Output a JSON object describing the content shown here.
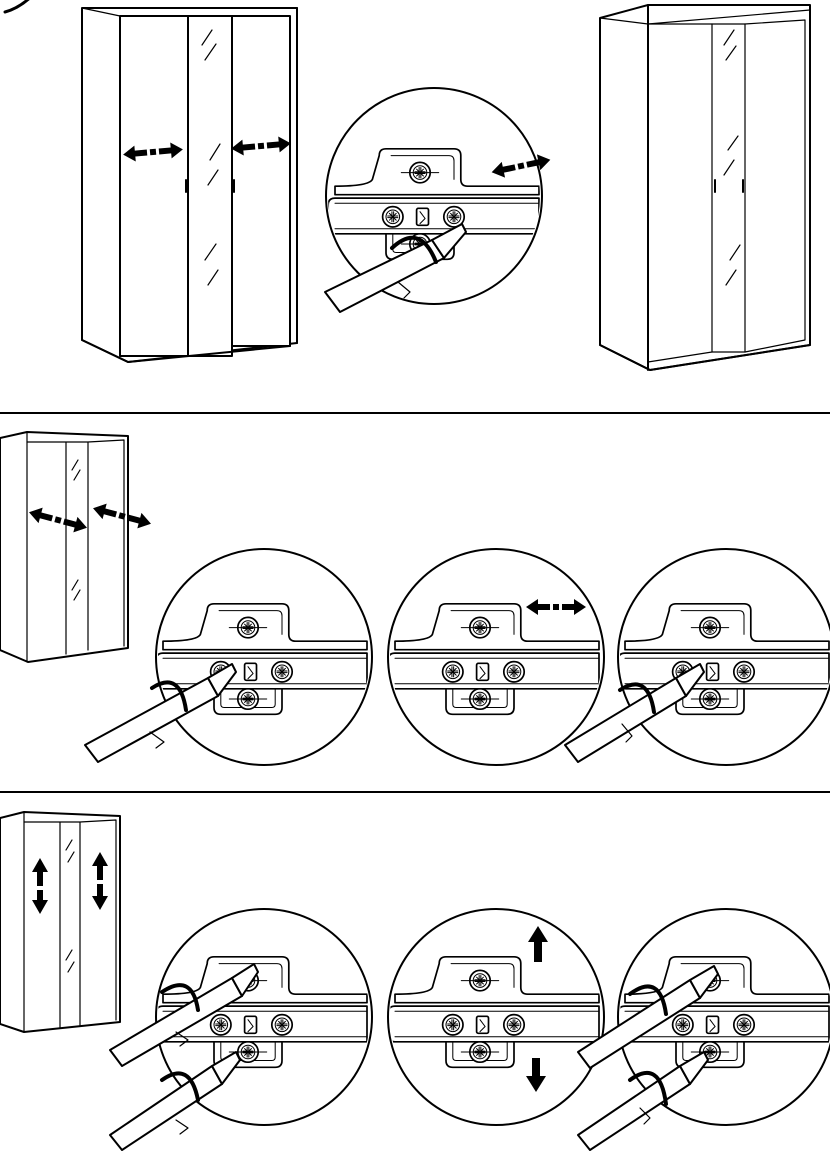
{
  "diagram": {
    "kind": "assembly-instruction",
    "sections": [
      {
        "id": "section-1",
        "adjustment": "door-depth",
        "steps_shown": 1
      },
      {
        "id": "section-2",
        "adjustment": "door-horizontal",
        "steps_shown": 3
      },
      {
        "id": "section-3",
        "adjustment": "door-vertical",
        "steps_shown": 3
      }
    ],
    "icons": [
      "wardrobe-icon",
      "hinge-icon",
      "screwdriver-icon",
      "double-arrow-icon",
      "up-arrow-icon",
      "down-arrow-icon",
      "rotation-arrow-icon"
    ],
    "colors": {
      "ink": "#000000",
      "paper": "#ffffff"
    }
  }
}
